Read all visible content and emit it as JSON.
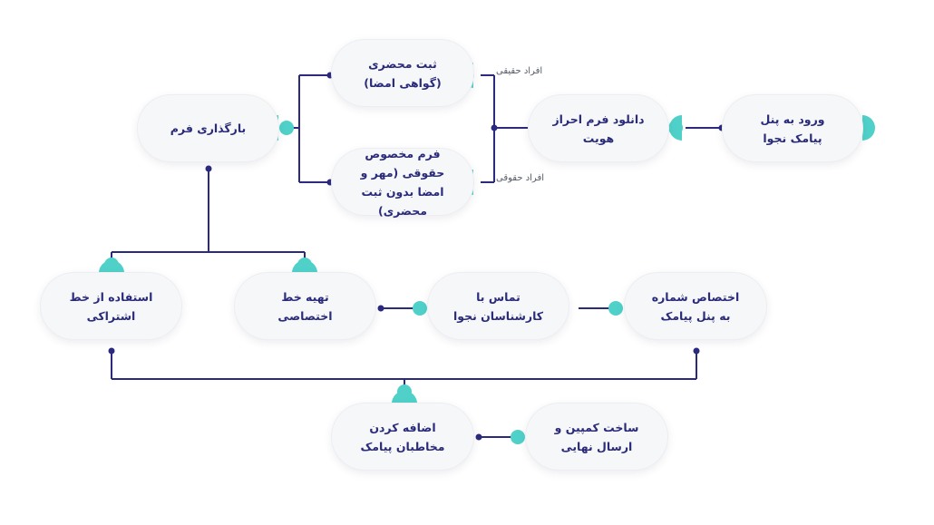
{
  "nodes": {
    "panel_login": "ورود به پنل پیامک نجوا",
    "download_form": "دانلود فرم احراز هویت",
    "notary": "ثبت محضری (گواهی امضا)",
    "legal_form": "فرم مخصوص حقوقی (مهر و امضا بدون ثبت محضری)",
    "upload_form": "بارگذاری فرم",
    "shared_line": "استفاده از خط اشتراکی",
    "dedicated_line": "تهیه خط اختصاصی",
    "contact_experts": "تماس با کارشناسان نجوا",
    "assign_number": "اختصاص شماره به پنل پیامک",
    "add_contacts": "اضافه کردن مخاطبان پیامک",
    "campaign": "ساخت کمپین و ارسال نهایی"
  },
  "labels": {
    "natural_persons": "افراد حقیقی",
    "legal_persons": "افراد حقوقی"
  },
  "colors": {
    "connector": "#2b2a7f",
    "accent": "#4fd1c9"
  }
}
